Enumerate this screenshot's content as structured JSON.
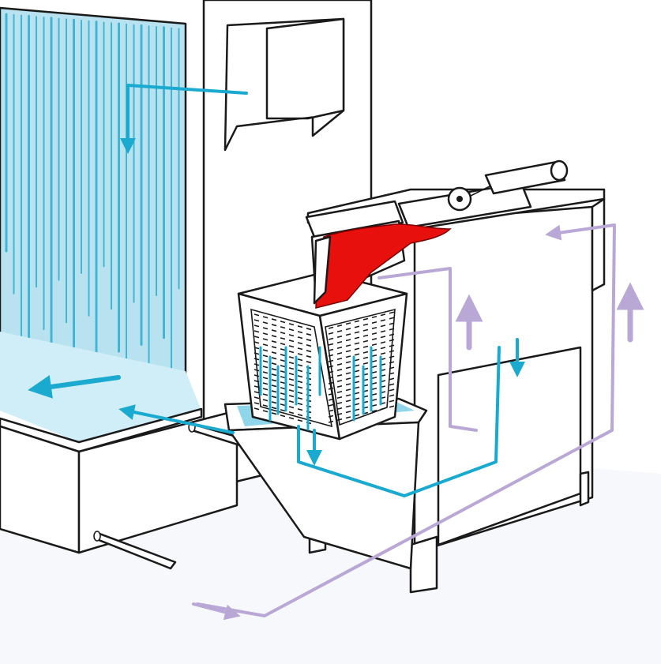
{
  "diagram": {
    "colors": {
      "background": "#ffffff",
      "curtain_water": "#b8e2ef",
      "curtain_stream": "#3fb6d6",
      "clean_water_flow": "#1aa9cf",
      "return_flow": "#b9a8d6",
      "paint_sludge": "#e8100d",
      "outline": "#1a1a1a",
      "equipment_fill": "#ffffff",
      "floor": "#f3f6fa"
    },
    "icons": [
      "flow-arrow-icon",
      "pipe-icon",
      "roller-icon",
      "strainer-basket-icon"
    ],
    "components": [
      "water-curtain-panel",
      "booth-back-wall",
      "overhead-hood",
      "water-trough",
      "settling-hopper",
      "strainer-basket",
      "sludge-chute",
      "separator-tank",
      "drum-roller",
      "return-pipe"
    ]
  }
}
